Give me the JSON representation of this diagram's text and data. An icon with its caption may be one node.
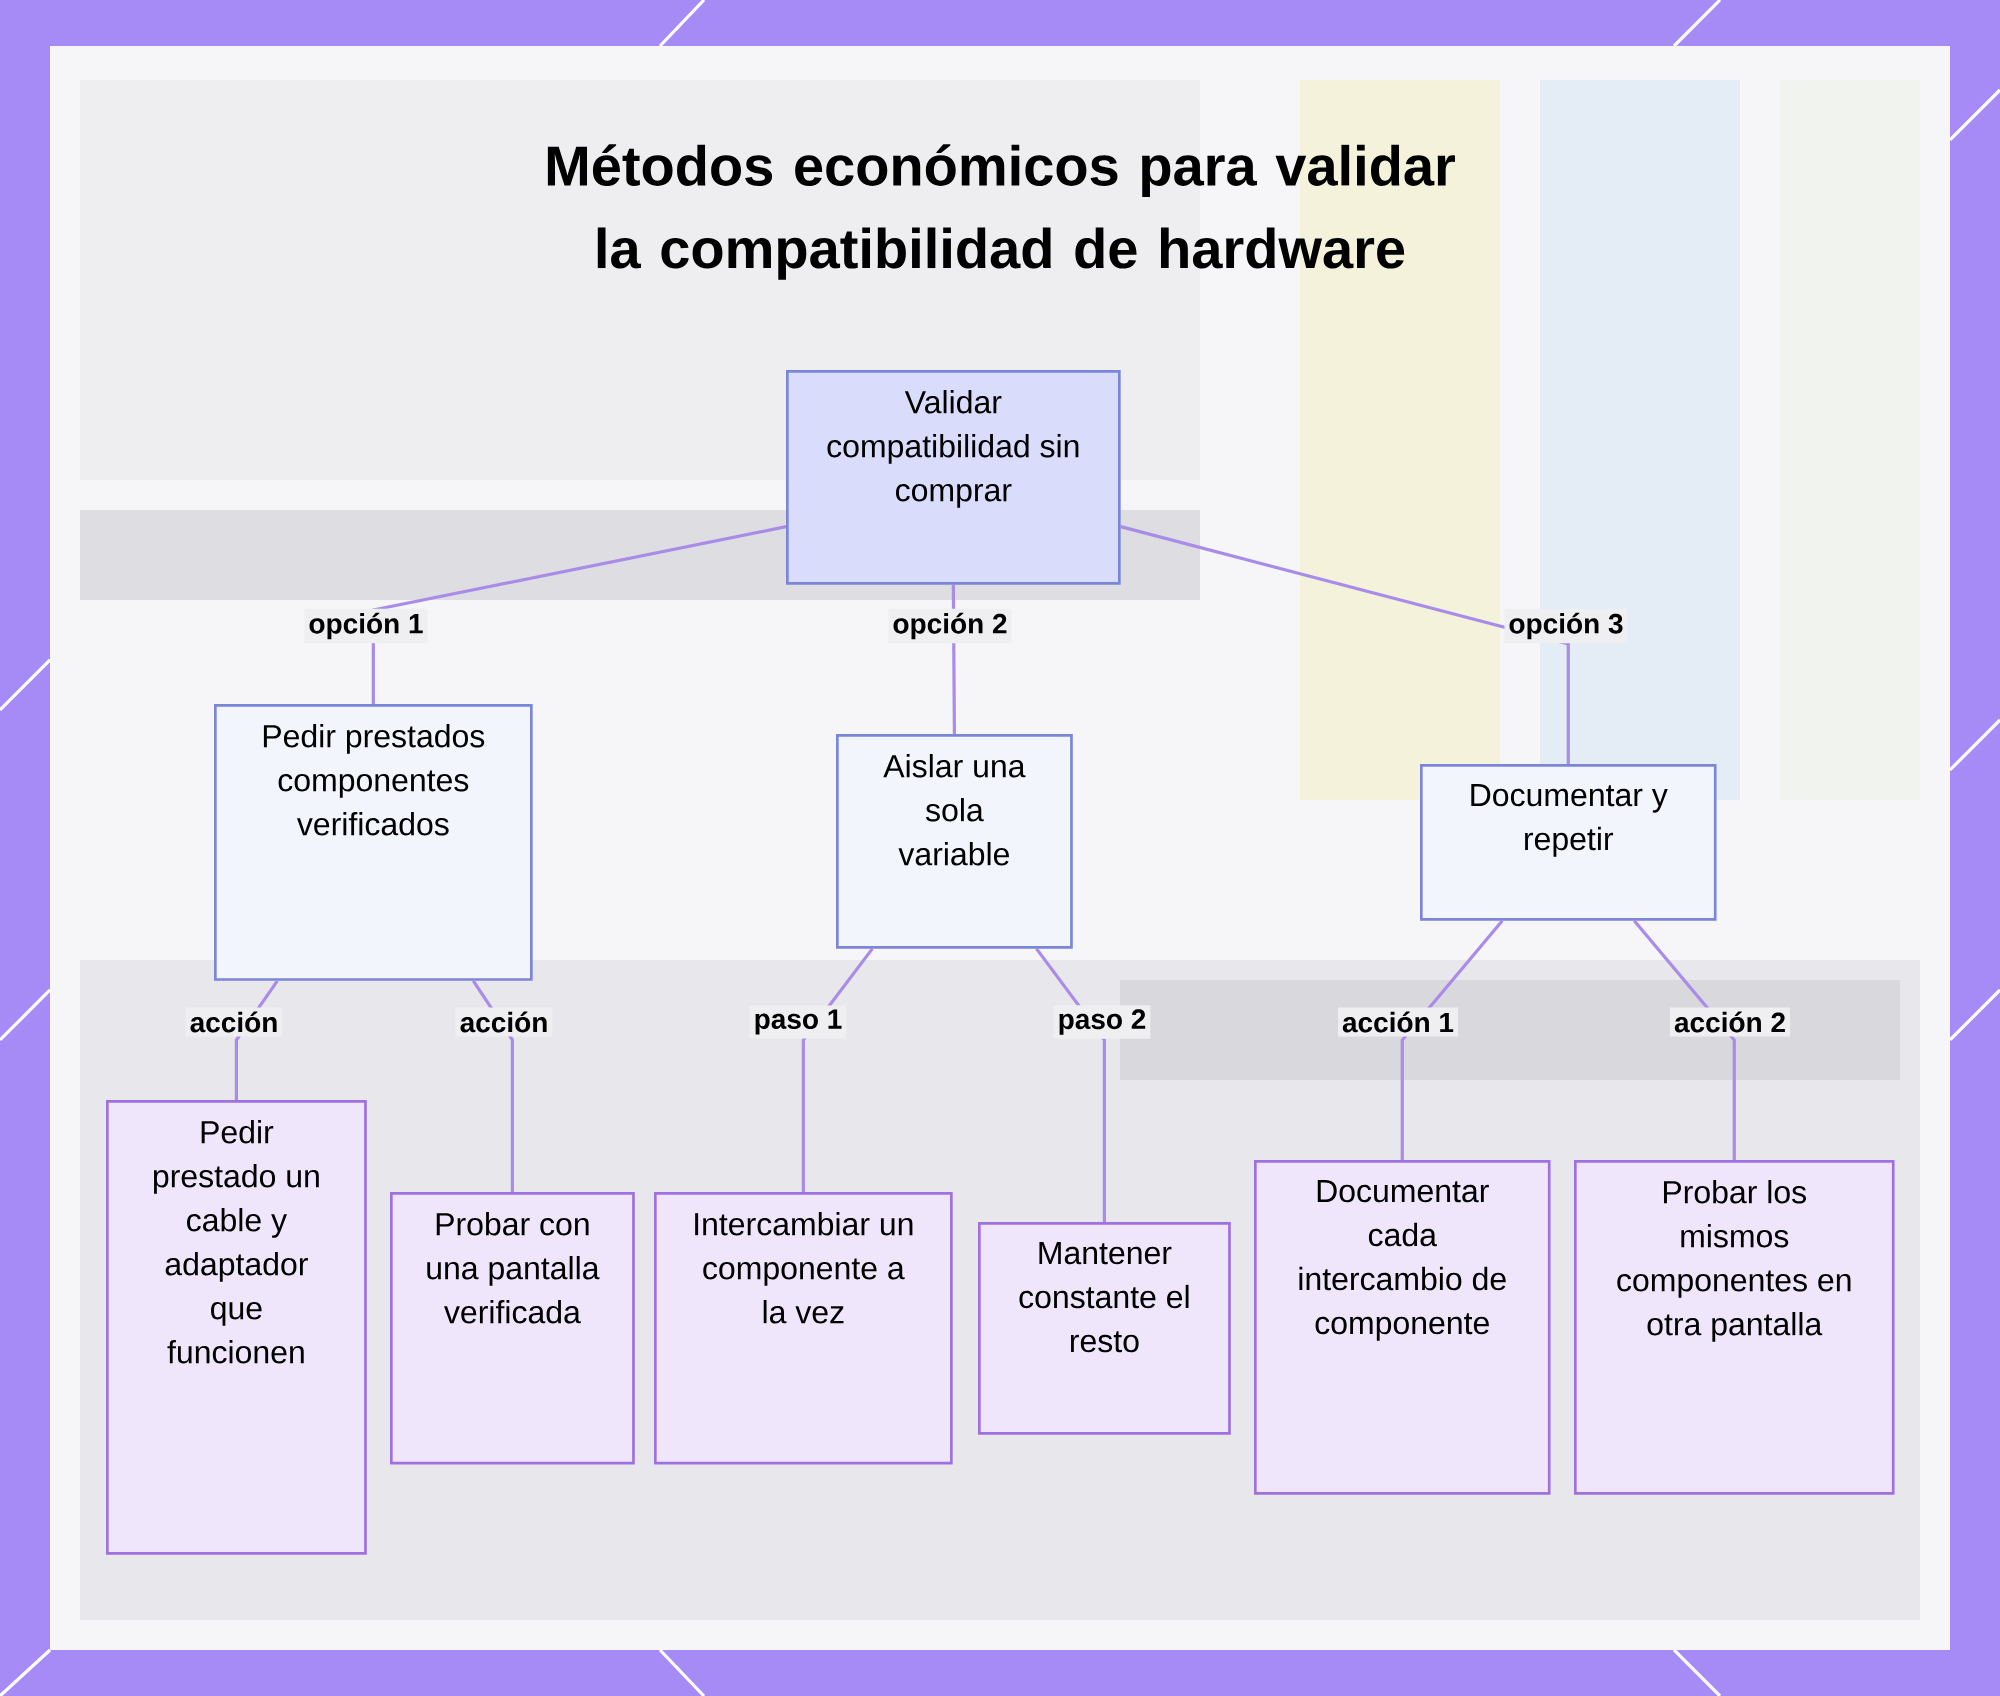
{
  "diagram": {
    "title": "Métodos económicos para validar la compatibilidad de hardware",
    "nodes": [
      {
        "text": [
          "Validar compatibilidad sin comprar"
        ]
      },
      {
        "text": [
          "Pedir prestados componentes verificados"
        ]
      },
      {
        "text": [
          "Aislar una sola variable"
        ]
      },
      {
        "text": [
          "Documentar y repetir"
        ]
      },
      {
        "text": [
          "Pedir prestado un cable y adaptador que funcionen"
        ]
      },
      {
        "text": [
          "Probar con una pantalla verificada"
        ]
      },
      {
        "text": [
          "Intercambiar un componente a la vez"
        ]
      },
      {
        "text": [
          "Mantener constante el resto"
        ]
      },
      {
        "text": [
          "Documentar cada intercambio de componente"
        ]
      },
      {
        "text": [
          "Probar los mismos componentes en otra pantalla"
        ]
      }
    ],
    "edges": [
      {
        "from": 0,
        "to": 1,
        "arrow": "none",
        "label": "opción 1"
      },
      {
        "from": 0,
        "to": 2,
        "arrow": "none",
        "label": "opción 2"
      },
      {
        "from": 0,
        "to": 3,
        "arrow": "none",
        "label": "opción 3"
      },
      {
        "from": 1,
        "to": 4,
        "arrow": "none",
        "label": "acción"
      },
      {
        "from": 1,
        "to": 5,
        "arrow": "none",
        "label": "acción"
      },
      {
        "from": 2,
        "to": 6,
        "arrow": "none",
        "label": "paso 1"
      },
      {
        "from": 2,
        "to": 7,
        "arrow": "none",
        "label": "paso 2"
      },
      {
        "from": 3,
        "to": 8,
        "arrow": "none",
        "label": "acción 1"
      },
      {
        "from": 3,
        "to": 9,
        "arrow": "none",
        "label": "acción 2"
      }
    ]
  }
}
